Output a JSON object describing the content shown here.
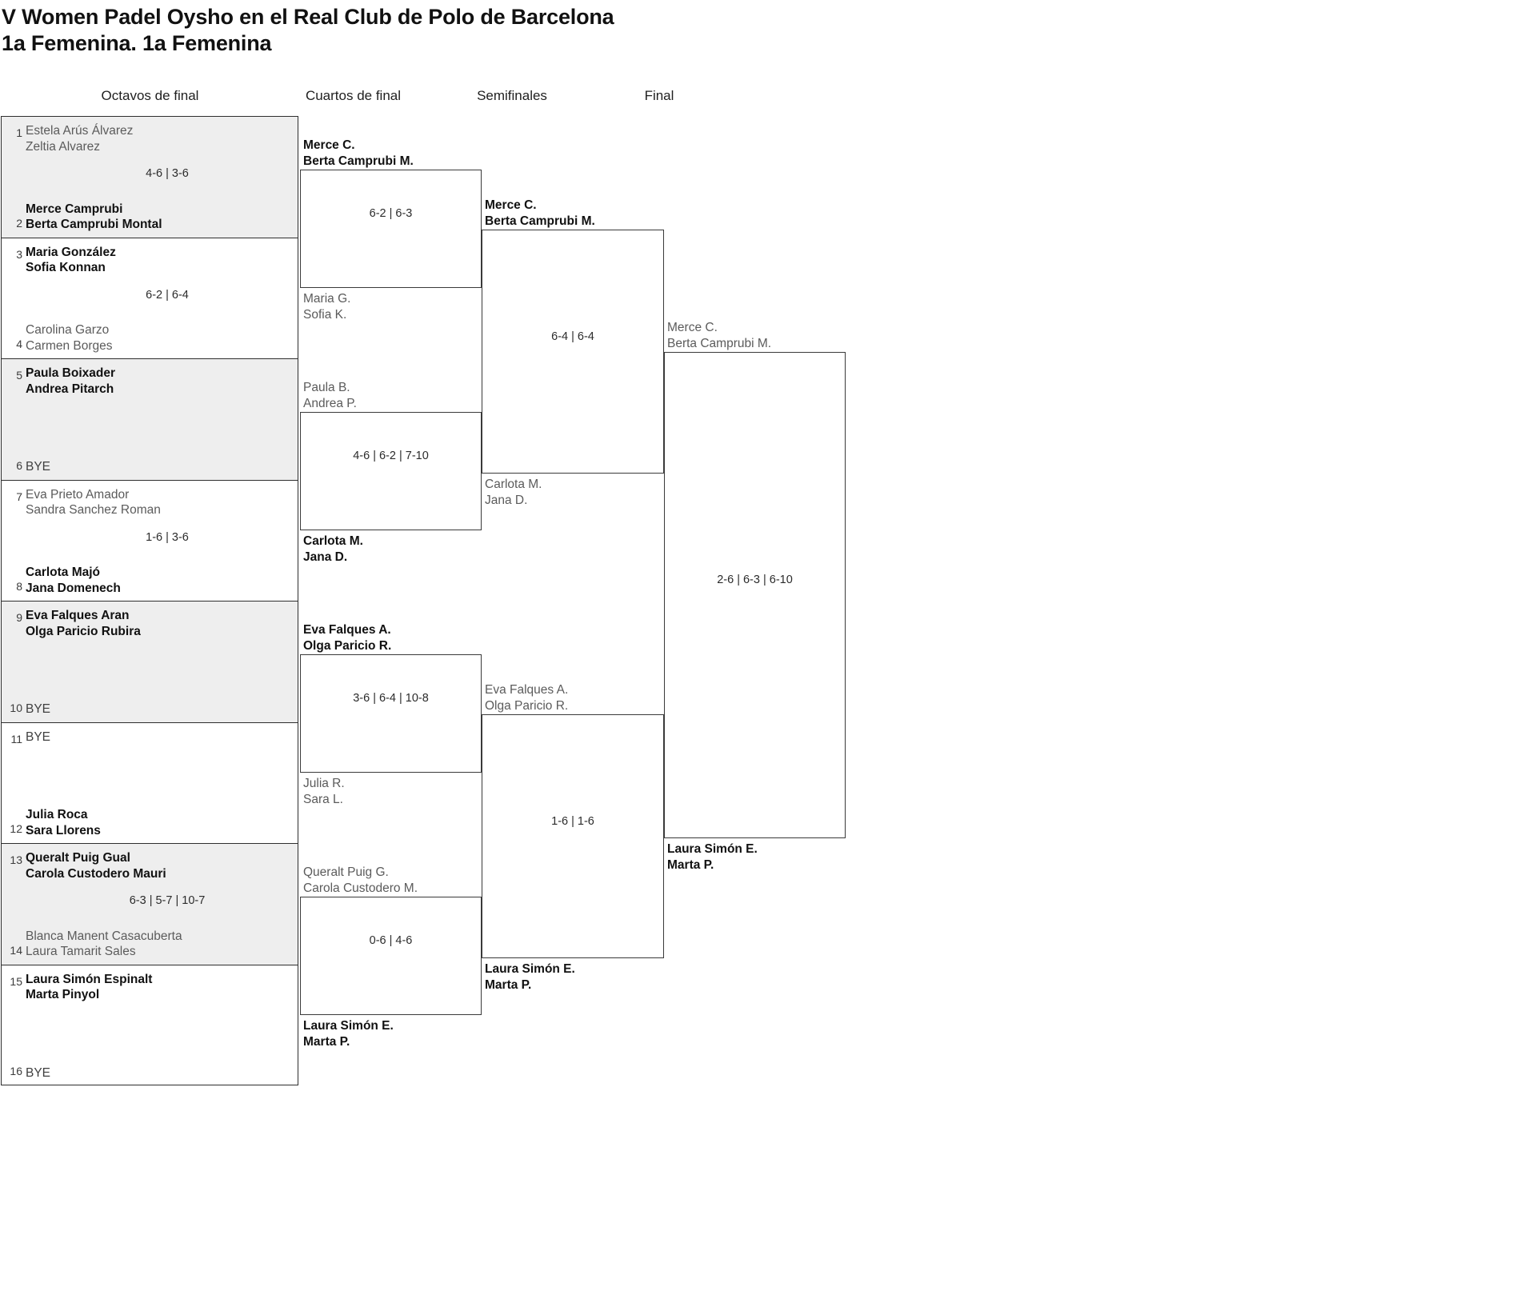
{
  "header": {
    "title_line1": "V Women Padel Oysho en el Real Club de Polo de Barcelona",
    "title_line2": "1a Femenina. 1a Femenina"
  },
  "rounds": [
    {
      "label": "Octavos de final"
    },
    {
      "label": "Cuartos de final"
    },
    {
      "label": "Semifinales"
    },
    {
      "label": "Final"
    }
  ],
  "bye_label": "BYE",
  "colors": {
    "shade": "#eeeeee",
    "border": "#2e2e2e",
    "winner": "#111111",
    "loser": "#5b5b5b",
    "text": "#1a1a1a"
  },
  "round1": {
    "entries": [
      {
        "seed": "1",
        "p1": "Estela Arús Álvarez",
        "p2": "Zeltia Alvarez",
        "result": "lose"
      },
      {
        "seed": "2",
        "p1": "Merce Camprubi",
        "p2": "Berta Camprubi Montal",
        "result": "win"
      },
      {
        "seed": "3",
        "p1": "Maria González",
        "p2": "Sofia Konnan",
        "result": "win"
      },
      {
        "seed": "4",
        "p1": "Carolina Garzo",
        "p2": "Carmen Borges",
        "result": "lose"
      },
      {
        "seed": "5",
        "p1": "Paula Boixader",
        "p2": "Andrea Pitarch",
        "result": "win"
      },
      {
        "seed": "6",
        "p1": "BYE",
        "p2": "",
        "result": "bye"
      },
      {
        "seed": "7",
        "p1": "Eva Prieto Amador",
        "p2": "Sandra Sanchez Roman",
        "result": "lose"
      },
      {
        "seed": "8",
        "p1": "Carlota Majó",
        "p2": "Jana Domenech",
        "result": "win"
      },
      {
        "seed": "9",
        "p1": "Eva Falques Aran",
        "p2": "Olga Paricio Rubira",
        "result": "win"
      },
      {
        "seed": "10",
        "p1": "BYE",
        "p2": "",
        "result": "bye"
      },
      {
        "seed": "11",
        "p1": "BYE",
        "p2": "",
        "result": "bye"
      },
      {
        "seed": "12",
        "p1": "Julia Roca",
        "p2": "Sara Llorens",
        "result": "win"
      },
      {
        "seed": "13",
        "p1": "Queralt Puig Gual",
        "p2": "Carola Custodero Mauri",
        "result": "win"
      },
      {
        "seed": "14",
        "p1": "Blanca Manent Casacuberta",
        "p2": "Laura Tamarit Sales",
        "result": "lose"
      },
      {
        "seed": "15",
        "p1": "Laura Simón Espinalt",
        "p2": "Marta Pinyol",
        "result": "win"
      },
      {
        "seed": "16",
        "p1": "BYE",
        "p2": "",
        "result": "bye"
      }
    ],
    "scores": [
      "4-6 | 3-6",
      "6-2 | 6-4",
      "",
      "1-6 | 3-6",
      "",
      "",
      "6-3 | 5-7 | 10-7",
      ""
    ]
  },
  "round2": {
    "matches": [
      {
        "top": {
          "p1": "Merce C.",
          "p2": "Berta Camprubi M.",
          "result": "win"
        },
        "bottom": {
          "p1": "Maria G.",
          "p2": "Sofia K.",
          "result": "lose"
        },
        "score": "6-2 | 6-3"
      },
      {
        "top": {
          "p1": "Paula B.",
          "p2": "Andrea P.",
          "result": "lose"
        },
        "bottom": {
          "p1": "Carlota M.",
          "p2": "Jana D.",
          "result": "win"
        },
        "score": "4-6 | 6-2 | 7-10"
      },
      {
        "top": {
          "p1": "Eva Falques A.",
          "p2": "Olga Paricio R.",
          "result": "win"
        },
        "bottom": {
          "p1": "Julia R.",
          "p2": "Sara L.",
          "result": "lose"
        },
        "score": "3-6 | 6-4 | 10-8"
      },
      {
        "top": {
          "p1": "Queralt Puig G.",
          "p2": "Carola Custodero M.",
          "result": "lose"
        },
        "bottom": {
          "p1": "Laura Simón E.",
          "p2": "Marta P.",
          "result": "win"
        },
        "score": "0-6 | 4-6"
      }
    ]
  },
  "round3": {
    "matches": [
      {
        "top": {
          "p1": "Merce C.",
          "p2": "Berta Camprubi M.",
          "result": "win"
        },
        "bottom": {
          "p1": "Carlota M.",
          "p2": "Jana D.",
          "result": "lose"
        },
        "score": "6-4 | 6-4"
      },
      {
        "top": {
          "p1": "Eva Falques A.",
          "p2": "Olga Paricio R.",
          "result": "lose"
        },
        "bottom": {
          "p1": "Laura Simón E.",
          "p2": "Marta P.",
          "result": "win"
        },
        "score": "1-6 | 1-6"
      }
    ]
  },
  "round4": {
    "match": {
      "top": {
        "p1": "Merce C.",
        "p2": "Berta Camprubi M.",
        "result": "lose"
      },
      "bottom": {
        "p1": "Laura Simón E.",
        "p2": "Marta P.",
        "result": "win"
      },
      "score": "2-6 | 6-3 | 6-10"
    }
  }
}
